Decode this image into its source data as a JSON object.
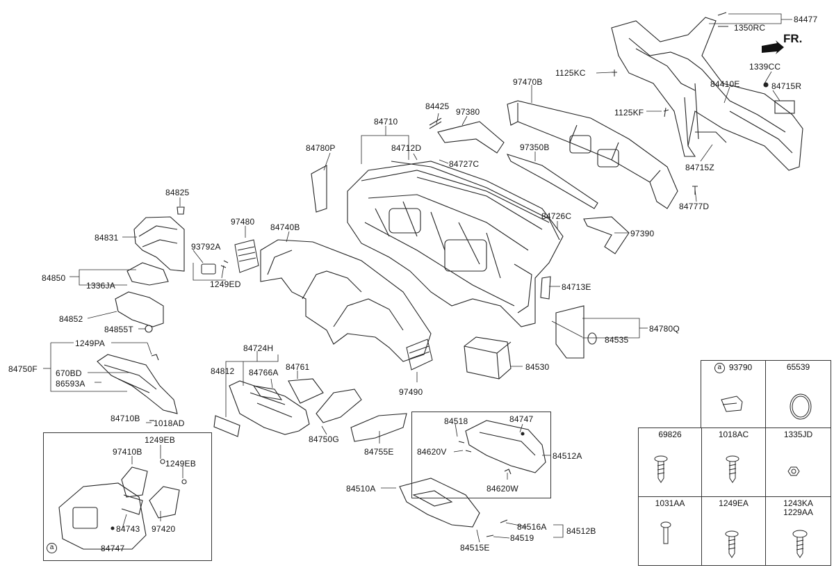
{
  "fr_label": "FR.",
  "callouts": {
    "c84477": "84477",
    "c1350RC": "1350RC",
    "c1125KC": "1125KC",
    "c1339CC": "1339CC",
    "c84410E": "84410E",
    "c84715R": "84715R",
    "c97470B": "97470B",
    "c1125KF": "1125KF",
    "c84425": "84425",
    "c97380": "97380",
    "c84710": "84710",
    "c84780P": "84780P",
    "c84712D": "84712D",
    "c84727C": "84727C",
    "c97350B": "97350B",
    "c84715Z": "84715Z",
    "c84777D": "84777D",
    "c84825": "84825",
    "c84726C": "84726C",
    "c97480": "97480",
    "c84740B": "84740B",
    "c84831": "84831",
    "c93792A": "93792A",
    "c97390": "97390",
    "c84850": "84850",
    "c1336JA": "1336JA",
    "c1249ED": "1249ED",
    "c84713E": "84713E",
    "c84852": "84852",
    "c84855T": "84855T",
    "c84780Q": "84780Q",
    "c84535": "84535",
    "c1249PA": "1249PA",
    "c84724H": "84724H",
    "c84750F": "84750F",
    "c670BD": "670BD",
    "c84812": "84812",
    "c84766A": "84766A",
    "c84761": "84761",
    "c84530": "84530",
    "c86593A": "86593A",
    "c97490": "97490",
    "c84710B": "84710B",
    "c1018AD": "1018AD",
    "c84518": "84518",
    "c84747a": "84747",
    "c84750G": "84750G",
    "c1249EB1": "1249EB",
    "c97410B": "97410B",
    "c84620V": "84620V",
    "c84755E": "84755E",
    "c84512A": "84512A",
    "c1249EB2": "1249EB",
    "c84510A": "84510A",
    "c84620W": "84620W",
    "c84743": "84743",
    "c97420": "97420",
    "c84516A": "84516A",
    "c84512B": "84512B",
    "c84519": "84519",
    "c84747b": "84747",
    "c84515E": "84515E"
  },
  "circle_a": "a",
  "legend": {
    "cells": [
      {
        "code": "93790"
      },
      {
        "code": "65539"
      },
      {
        "code": "69826"
      },
      {
        "code": "1018AC"
      },
      {
        "code": "1335JD"
      },
      {
        "code": "1031AA"
      },
      {
        "code": "1249EA"
      },
      {
        "code": "1243KA"
      },
      {
        "code": "1229AA"
      }
    ]
  }
}
